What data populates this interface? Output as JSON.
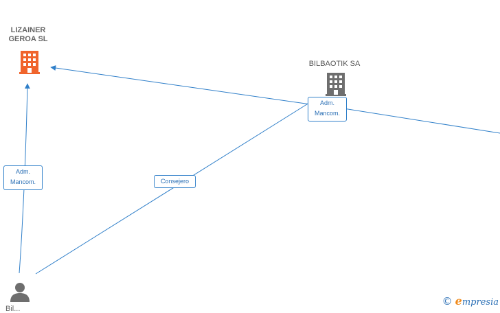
{
  "nodes": {
    "lizainer": {
      "label": "LIZAINER\nGEROA  SL",
      "icon": "building-icon",
      "color": "#f0642c"
    },
    "bilbaotik": {
      "label": "BILBAOTIK SA",
      "icon": "building-icon",
      "color": "#6e6e6e"
    },
    "person": {
      "label": "Bil...",
      "icon": "person-icon",
      "color": "#6e6e6e"
    }
  },
  "edges": {
    "person_lizainer": {
      "label": "Adm.\nMancom."
    },
    "person_bilbaotik": {
      "label": "Consejero"
    },
    "bilbaotik_lizainer": {
      "label": "Adm.\nMancom."
    }
  },
  "footer": {
    "copyright": "©",
    "brand_initial": "e",
    "brand_rest": "mpresia"
  },
  "colors": {
    "edge": "#2f7fc9"
  }
}
